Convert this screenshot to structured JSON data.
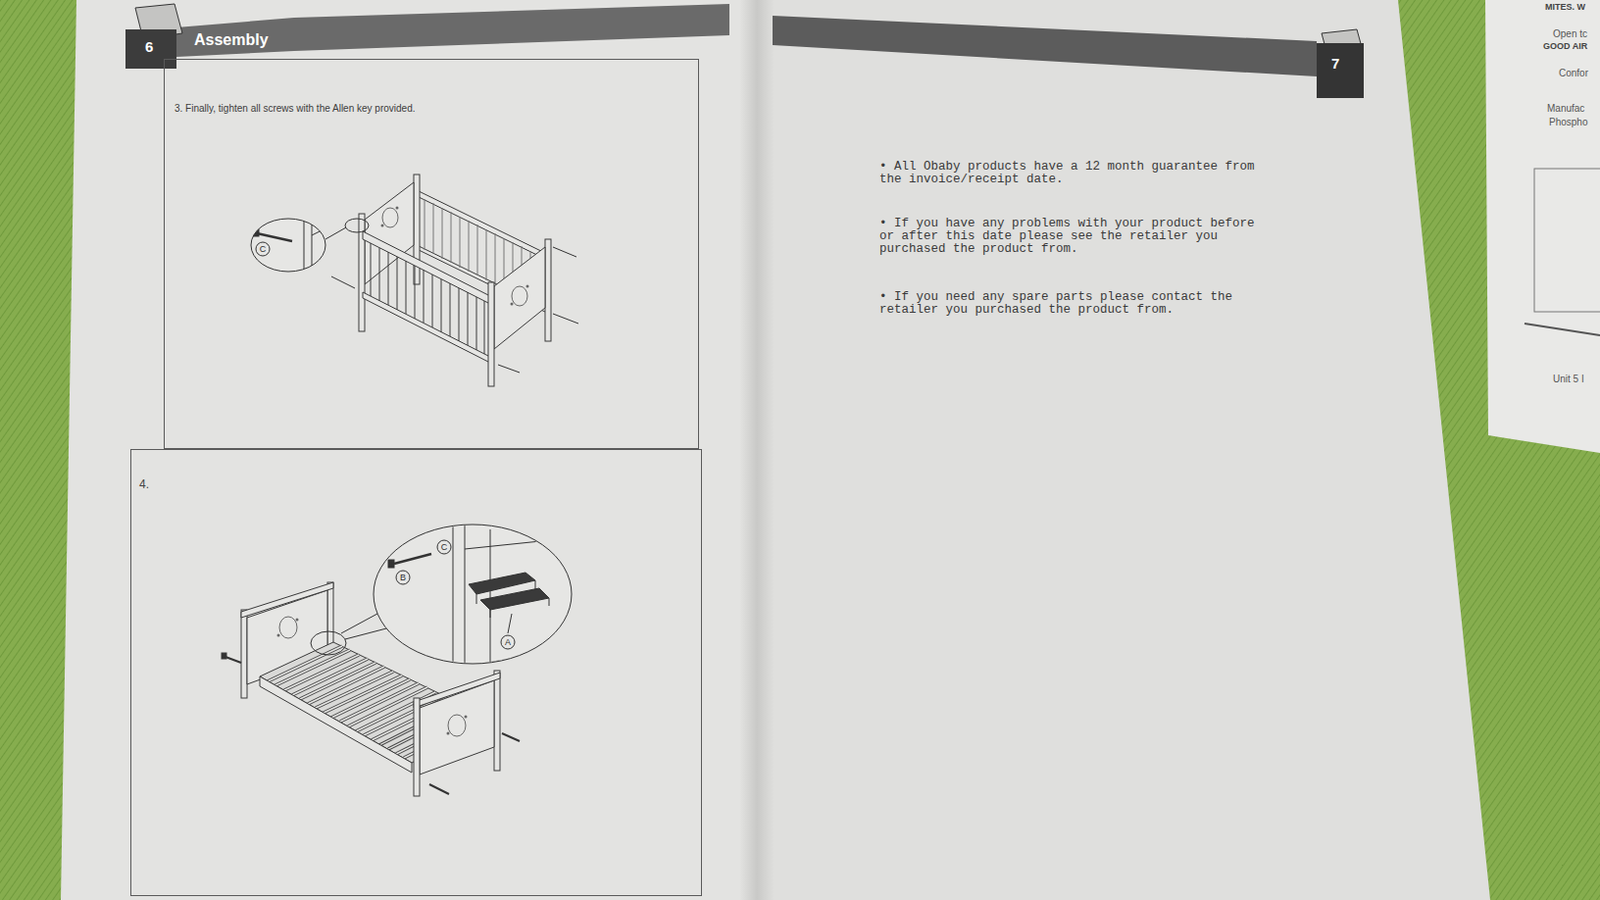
{
  "diagram": {
    "nodes": [
      {
        "text": [
          "6",
          "Assembly"
        ]
      },
      {
        "text": [
          "3. Finally, tighten all screws with the Allen key provided."
        ]
      },
      {
        "text": [
          "4."
        ]
      },
      {
        "text": [
          "7"
        ]
      }
    ],
    "labels": [
      "C",
      "C",
      "B",
      "A",
      "• All Obaby products have a 12 month guarantee from the invoice/receipt date.",
      "• If you have any problems with your product before or after this date please see the retailer you purchased the product from.",
      "• If you need any spare parts please contact the retailer you purchased the product from.",
      "MITES. W",
      "Open tc",
      "GOOD AIR",
      "Confor",
      "Manufac",
      "Phospho",
      "Unit 5 I"
    ]
  }
}
